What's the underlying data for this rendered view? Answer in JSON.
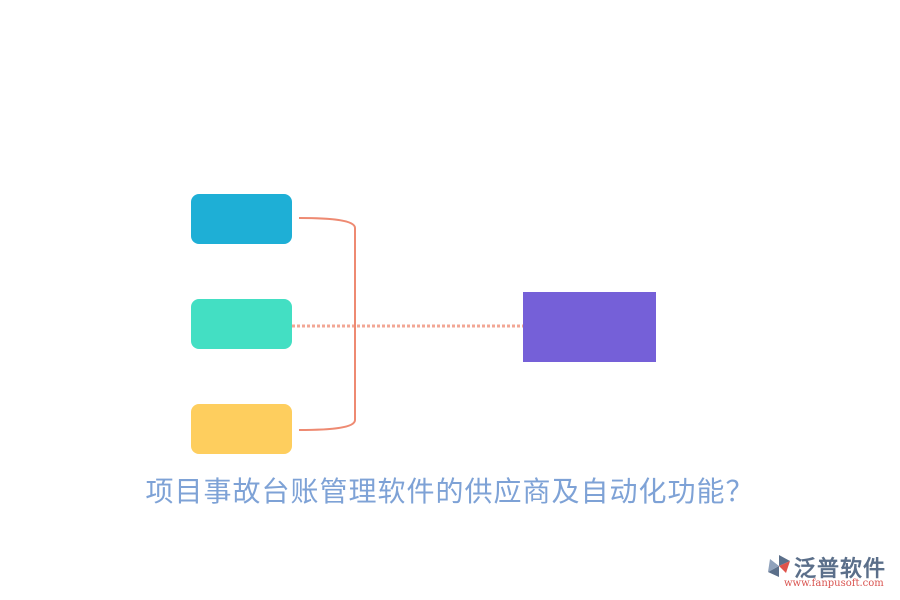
{
  "title": "项目事故台账管理软件的供应商及自动化功能？",
  "colors": {
    "node_top": "#1eafd6",
    "node_mid": "#43dfc3",
    "node_bot": "#fece5e",
    "node_right": "#7560d8",
    "connector": "#ee8a72",
    "title": "#7ea2d6"
  },
  "logo": {
    "name": "泛普软件",
    "url": "www.fanpusoft.com",
    "icon": "fanpu-logo-icon"
  }
}
